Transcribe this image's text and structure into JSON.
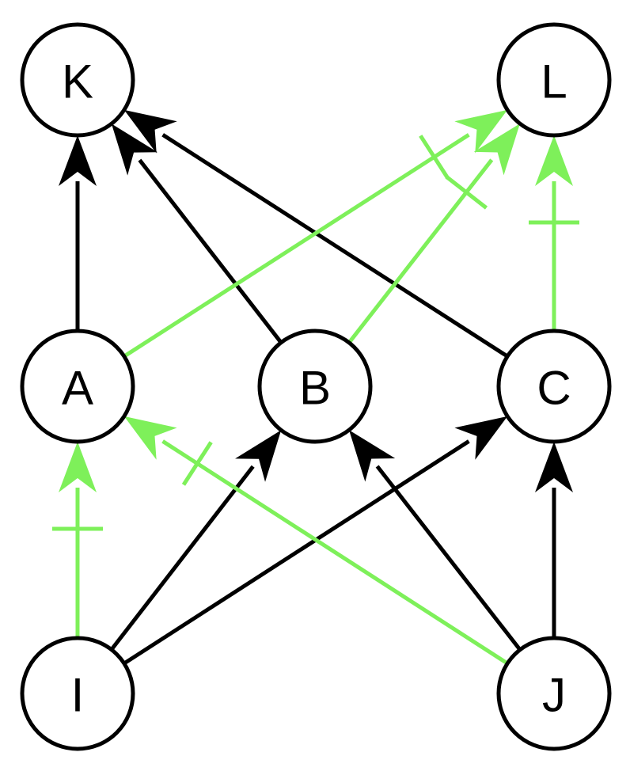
{
  "colors": {
    "background": "#ffffff",
    "node_stroke": "#000000",
    "edge_black": "#000000",
    "edge_green": "#7ef05a"
  },
  "nodes": [
    {
      "id": "K",
      "label": "K"
    },
    {
      "id": "L",
      "label": "L"
    },
    {
      "id": "A",
      "label": "A"
    },
    {
      "id": "B",
      "label": "B"
    },
    {
      "id": "C",
      "label": "C"
    },
    {
      "id": "I",
      "label": "I"
    },
    {
      "id": "J",
      "label": "J"
    }
  ],
  "edges": [
    {
      "from": "A",
      "to": "K",
      "color": "black",
      "tick": false
    },
    {
      "from": "B",
      "to": "K",
      "color": "black",
      "tick": false
    },
    {
      "from": "C",
      "to": "K",
      "color": "black",
      "tick": false
    },
    {
      "from": "A",
      "to": "L",
      "color": "green",
      "tick": true
    },
    {
      "from": "B",
      "to": "L",
      "color": "green",
      "tick": true
    },
    {
      "from": "C",
      "to": "L",
      "color": "green",
      "tick": true
    },
    {
      "from": "I",
      "to": "A",
      "color": "green",
      "tick": true
    },
    {
      "from": "I",
      "to": "B",
      "color": "black",
      "tick": false
    },
    {
      "from": "I",
      "to": "C",
      "color": "black",
      "tick": false
    },
    {
      "from": "J",
      "to": "A",
      "color": "green",
      "tick": true
    },
    {
      "from": "J",
      "to": "B",
      "color": "black",
      "tick": false
    },
    {
      "from": "J",
      "to": "C",
      "color": "black",
      "tick": false
    }
  ]
}
